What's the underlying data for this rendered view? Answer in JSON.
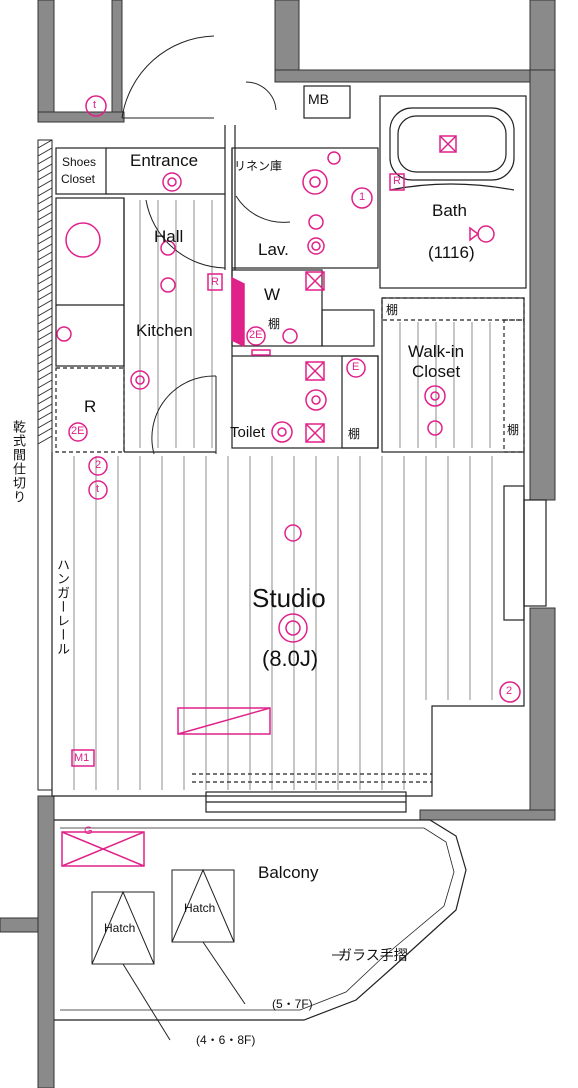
{
  "rooms": {
    "shoes_closet": [
      "Shoes",
      "Closet"
    ],
    "entrance": "Entrance",
    "linen": "リネン庫",
    "hall": "Hall",
    "lav": "Lav.",
    "bath": "Bath",
    "bath_size": "(1116)",
    "kitchen": "Kitchen",
    "washer": "W",
    "shelf": "棚",
    "walkin": [
      "Walk-in",
      "Closet"
    ],
    "fridge": "R",
    "toilet": "Toilet",
    "studio": "Studio",
    "studio_size": "(8.0J)",
    "balcony": "Balcony",
    "hatch": "Hatch",
    "mb": "MB"
  },
  "notes": {
    "drying_partition": "乾式間仕切り",
    "hanger_rail": "ハンガーレール",
    "glass_railing": "ガラス手摺",
    "floors_a": "(5・7F)",
    "floors_b": "(4・6・8F)"
  },
  "symbols": {
    "t": "t",
    "two": "2",
    "two_e": "2E",
    "one": "1",
    "e": "E",
    "r": "R",
    "g": "G",
    "m1": "M1"
  },
  "colors": {
    "wall": "#8a8a8a",
    "line": "#222222",
    "equipment": "#e0218a"
  }
}
